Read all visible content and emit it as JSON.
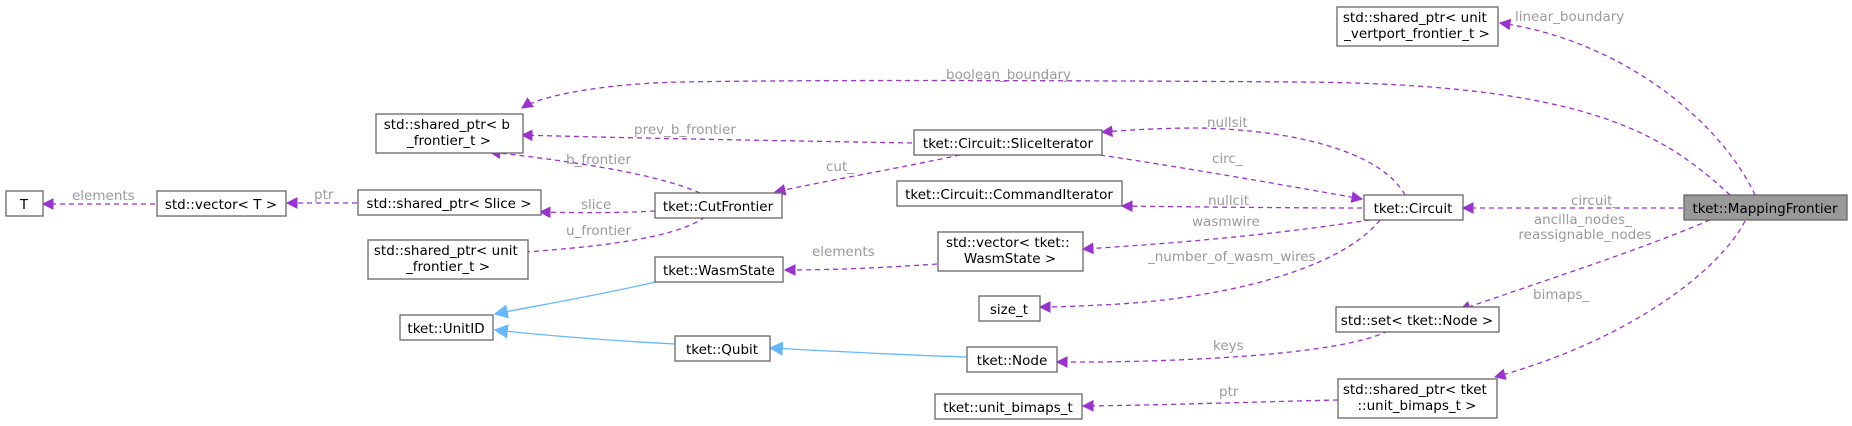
{
  "nodes": {
    "mapping_frontier": [
      "tket::MappingFrontier"
    ],
    "circuit": [
      "tket::Circuit"
    ],
    "linear_boundary_type": [
      "std::shared_ptr< unit",
      "_vertport_frontier_t >"
    ],
    "b_frontier_type": [
      "std::shared_ptr< b",
      "_frontier_t >"
    ],
    "slice_iterator": [
      "tket::Circuit::SliceIterator"
    ],
    "command_iterator": [
      "tket::Circuit::CommandIterator"
    ],
    "cut_frontier": [
      "tket::CutFrontier"
    ],
    "shared_slice": [
      "std::shared_ptr< Slice >"
    ],
    "vector_t": [
      "std::vector< T >"
    ],
    "t": [
      "T"
    ],
    "unit_frontier_type": [
      "std::shared_ptr< unit",
      "_frontier_t >"
    ],
    "wasm_vector": [
      "std::vector< tket::",
      "WasmState >"
    ],
    "wasm_state": [
      "tket::WasmState"
    ],
    "unit_id": [
      "tket::UnitID"
    ],
    "qubit": [
      "tket::Qubit"
    ],
    "node": [
      "tket::Node"
    ],
    "size_t": [
      "size_t"
    ],
    "node_set": [
      "std::set< tket::Node >"
    ],
    "bimaps_ptr": [
      "std::shared_ptr< tket",
      "::unit_bimaps_t >"
    ],
    "unit_bimaps": [
      "tket::unit_bimaps_t"
    ]
  },
  "edge_labels": {
    "linear_boundary": [
      "linear_boundary"
    ],
    "boolean_boundary": [
      "boolean_boundary"
    ],
    "prev_b_frontier": [
      "prev_b_frontier"
    ],
    "nullsit": [
      "nullsit"
    ],
    "b_frontier": [
      "b_frontier"
    ],
    "cut": [
      "cut_"
    ],
    "circ": [
      "circ_"
    ],
    "elements_t": [
      "elements"
    ],
    "ptr_slice": [
      "ptr"
    ],
    "slice": [
      "slice"
    ],
    "nullcit": [
      "nullcit"
    ],
    "circuit": [
      "circuit_"
    ],
    "u_frontier": [
      "u_frontier"
    ],
    "wasmwire": [
      "wasmwire"
    ],
    "ancilla": [
      "ancilla_nodes_",
      "reassignable_nodes"
    ],
    "elements_wasm": [
      "elements"
    ],
    "num_wasm": [
      "_number_of_wasm_wires"
    ],
    "bimaps": [
      "bimaps_"
    ],
    "keys": [
      "keys"
    ],
    "ptr_bimaps": [
      "ptr"
    ]
  },
  "colors": {
    "member_edge": "#9a32cd",
    "inheritance_edge": "#63b8ff",
    "label_text": "#9a9a9a",
    "highlight_fill": "#999999"
  }
}
